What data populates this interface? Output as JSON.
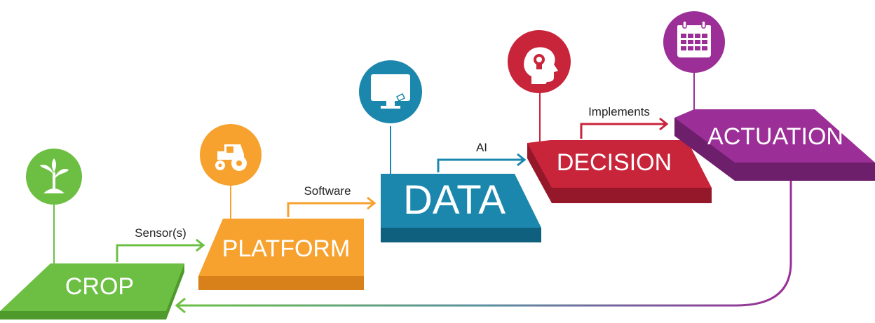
{
  "stages": [
    {
      "id": "crop",
      "label": "CROP",
      "icon": "sprout-icon",
      "color": "#6dbf44",
      "dark": "#4e9a2c"
    },
    {
      "id": "platform",
      "label": "PLATFORM",
      "icon": "tractor-icon",
      "color": "#f7a22e",
      "dark": "#d8811a"
    },
    {
      "id": "data",
      "label": "DATA",
      "icon": "monitor-icon",
      "color": "#1b87ad",
      "dark": "#0f607e"
    },
    {
      "id": "decision",
      "label": "DECISION",
      "icon": "head-lightbulb-icon",
      "color": "#c8243a",
      "dark": "#95182a"
    },
    {
      "id": "actuation",
      "label": "ACTUATION",
      "icon": "calendar-icon",
      "color": "#9b2e97",
      "dark": "#6e1f6c"
    }
  ],
  "edges": [
    {
      "id": "sensors",
      "label": "Sensor(s)",
      "color": "#6dbf44"
    },
    {
      "id": "software",
      "label": "Software",
      "color": "#f7a22e"
    },
    {
      "id": "ai",
      "label": "AI",
      "color": "#1b87ad"
    },
    {
      "id": "implements",
      "label": "Implements",
      "color": "#c8243a"
    },
    {
      "id": "feedback",
      "label": "",
      "color": "#8e57a8"
    }
  ]
}
